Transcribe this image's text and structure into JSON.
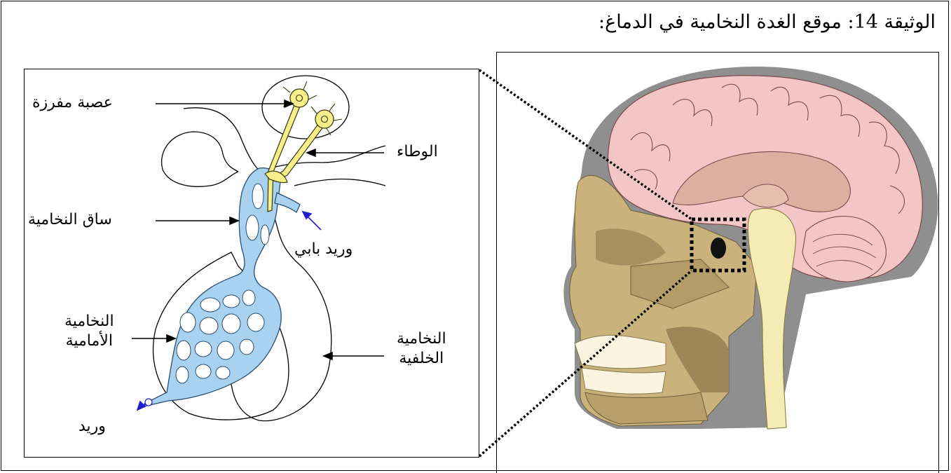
{
  "document": {
    "title": "الوثيقة 14: موقع الغدة النخامية في الدماغ:"
  },
  "labels": {
    "secretory_neuron": "عصبة مفرزة",
    "hypothalamus": "الوطاء",
    "pituitary_stalk": "ساق النخامية",
    "portal_vein": "وريد بابي",
    "anterior_pituitary_line1": "النخامية",
    "anterior_pituitary_line2": "الأمامية",
    "posterior_pituitary_line1": "النخامية",
    "posterior_pituitary_line2": "الخلفية",
    "vein": "وريد"
  },
  "colors": {
    "brain": "#f2c6c6",
    "brain_inner": "#dcb0a0",
    "skull": "#c9b27c",
    "skull_dark": "#a89060",
    "bone_gray": "#8f8f8f",
    "spinal_cord": "#f5ebb4",
    "neuron": "#f7f08a",
    "vessel": "#a8d2f0",
    "arrow_blue": "#1f1fd0"
  }
}
